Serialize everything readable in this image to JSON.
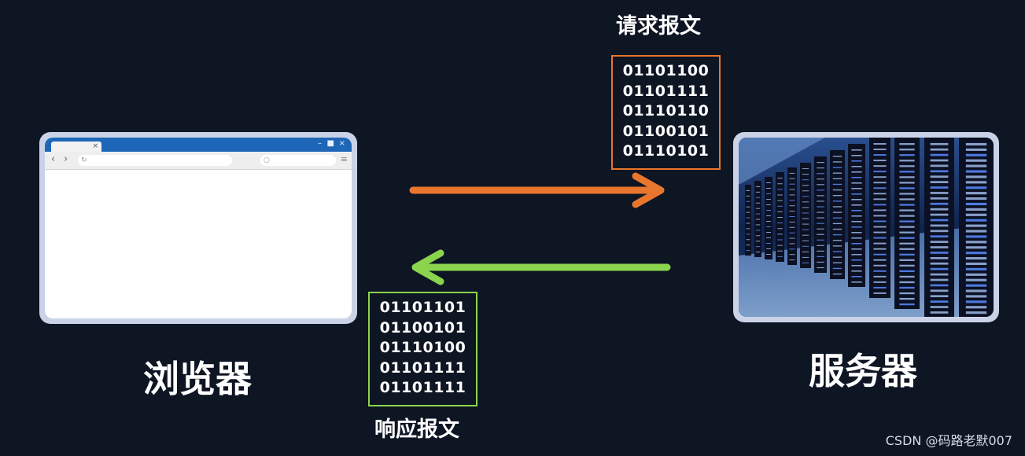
{
  "diagram": {
    "browser_label": "浏览器",
    "server_label": "服务器",
    "request_label": "请求报文",
    "response_label": "响应报文",
    "request_bits": [
      "01101100",
      "01101111",
      "01110110",
      "01100101",
      "01110101"
    ],
    "response_bits": [
      "01101101",
      "01100101",
      "01110100",
      "01101111",
      "01101111"
    ],
    "browser_window": {
      "tab_close": "×",
      "nav_back": "‹",
      "nav_forward": "›",
      "menu": "≡"
    },
    "colors": {
      "request_arrow": "#e8762d",
      "response_arrow": "#8bd44e",
      "background": "#0e1523"
    },
    "icons": [
      "close-icon",
      "minimize-icon",
      "maximize-icon",
      "back-icon",
      "forward-icon",
      "reload-icon",
      "search-icon",
      "menu-icon"
    ]
  },
  "watermark": "CSDN @码路老默007"
}
